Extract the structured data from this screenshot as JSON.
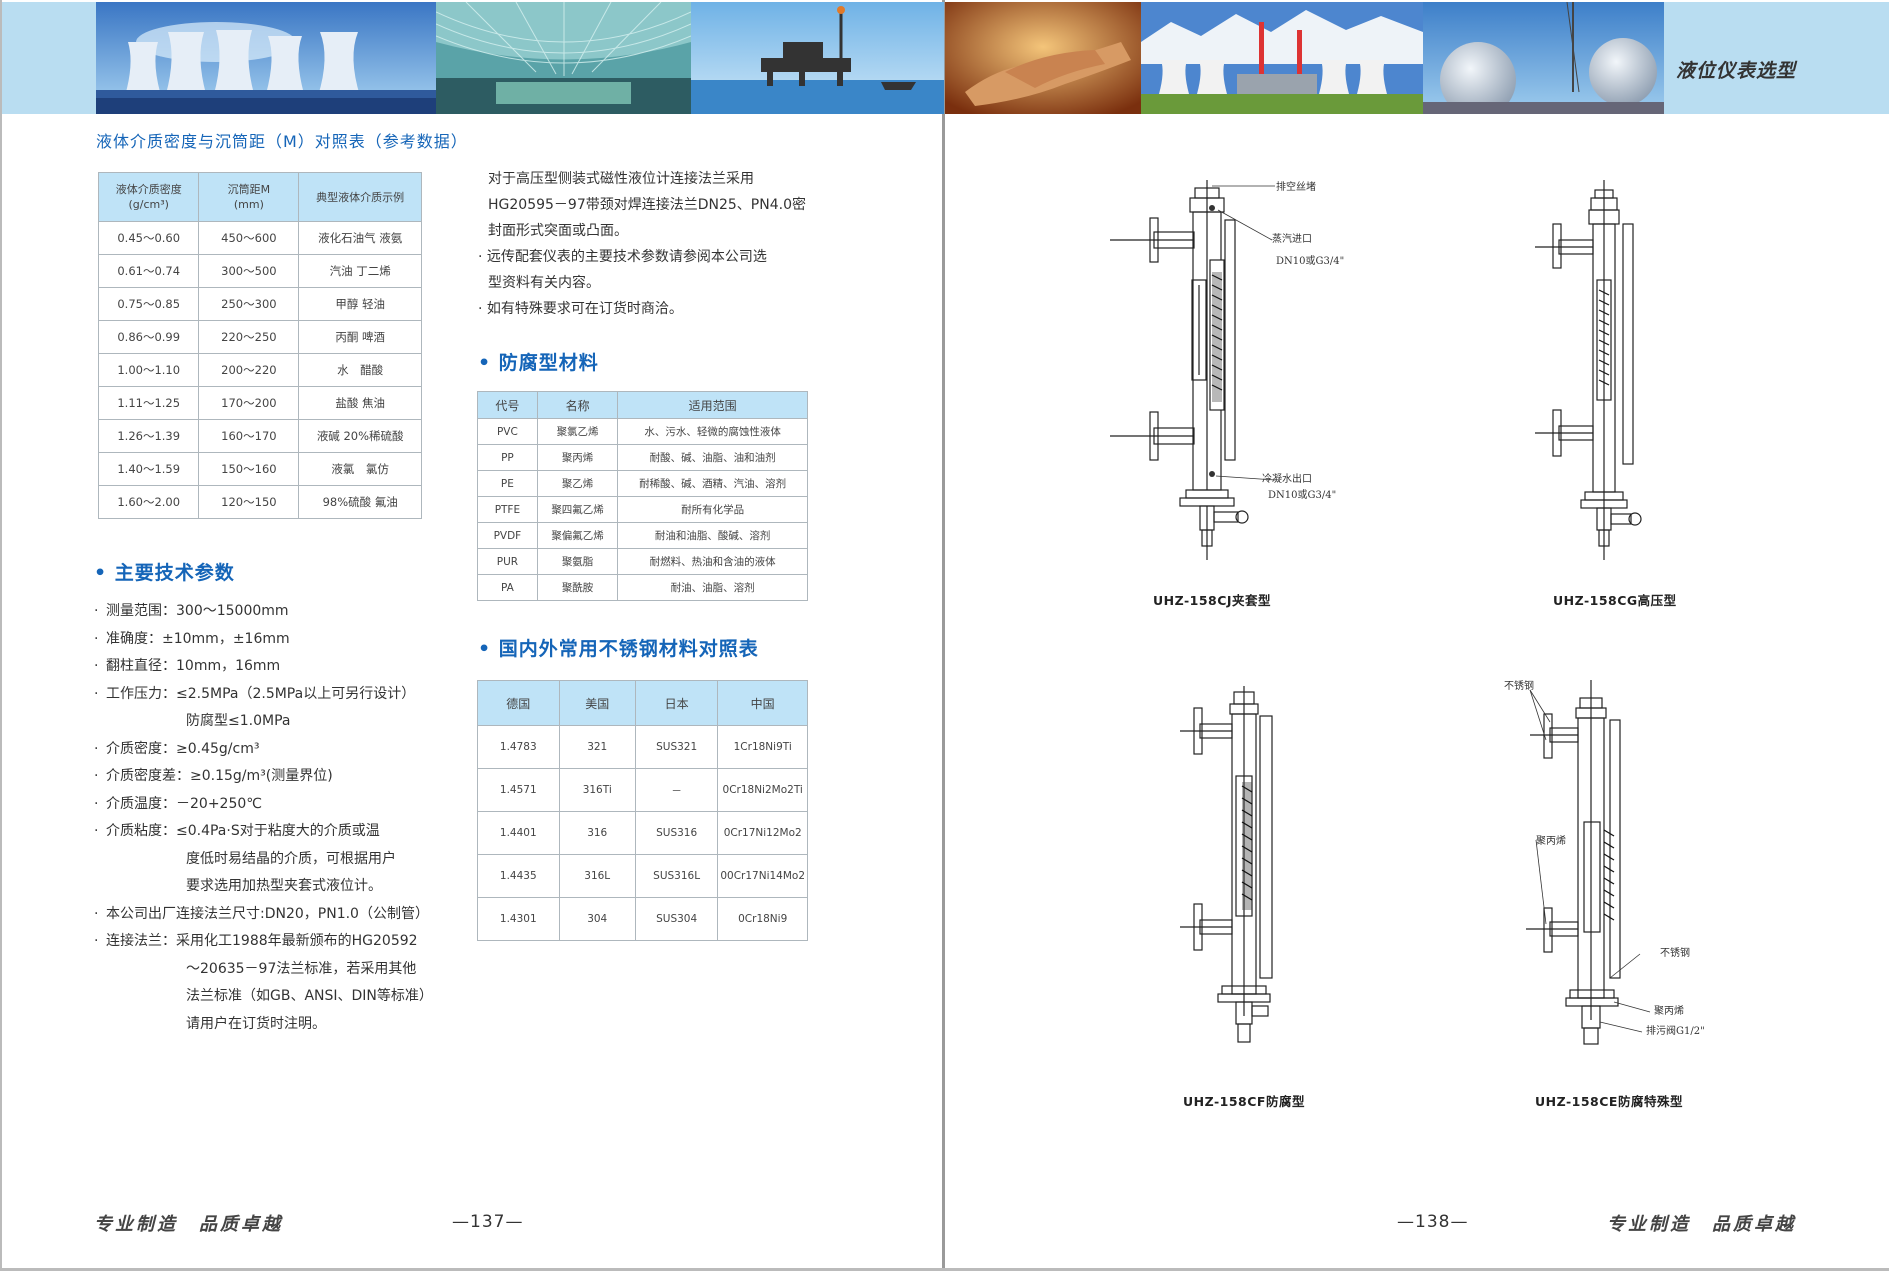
{
  "header": {
    "section_tag": "液位仪表选型",
    "photos": [
      "cooling-towers",
      "stadium-roof",
      "oil-platform",
      "handshake",
      "power-plant",
      "spherical-tanks"
    ]
  },
  "left_page": {
    "density_table": {
      "title": "液体介质密度与沉筒距（M）对照表（参考数据）",
      "headers": [
        "液体介质密度",
        "(g/cm³)",
        "沉筒距M",
        "(mm)",
        "典型液体介质示例"
      ],
      "rows": [
        [
          "0.45～0.60",
          "450～600",
          "液化石油气 液氨"
        ],
        [
          "0.61～0.74",
          "300～500",
          "汽油 丁二烯"
        ],
        [
          "0.75～0.85",
          "250～300",
          "甲醇 轻油"
        ],
        [
          "0.86～0.99",
          "220～250",
          "丙酮 啤酒"
        ],
        [
          "1.00～1.10",
          "200～220",
          "水　醋酸"
        ],
        [
          "1.11～1.25",
          "170～200",
          "盐酸 焦油"
        ],
        [
          "1.26～1.39",
          "160～170",
          "液碱 20%稀硫酸"
        ],
        [
          "1.40～1.59",
          "150～160",
          "液氯　氯仿"
        ],
        [
          "1.60～2.00",
          "120～150",
          "98%硫酸 氟油"
        ]
      ]
    },
    "tech_params": {
      "title": "• 主要技术参数",
      "items": [
        {
          "key": "测量范围：",
          "value": "300～15000mm"
        },
        {
          "key": "准确度：",
          "value": "±10mm，±16mm"
        },
        {
          "key": "翻柱直径：",
          "value": "10mm，16mm"
        },
        {
          "key": "工作压力：",
          "value": "≤2.5MPa（2.5MPa以上可另行设计）",
          "cont": [
            "防腐型≤1.0MPa"
          ]
        },
        {
          "key": "介质密度：",
          "value": "≥0.45g/cm³"
        },
        {
          "key": "介质密度差：",
          "value": "≥0.15g/m³(测量界位)"
        },
        {
          "key": "介质温度：",
          "value": "－20+250℃"
        },
        {
          "key": "介质粘度：",
          "value": "≤0.4Pa·S对于粘度大的介质或温",
          "cont": [
            "度低时易结晶的介质，可根据用户",
            "要求选用加热型夹套式液位计。"
          ]
        },
        {
          "key": "本公司出厂连接法兰尺寸:",
          "value": "DN20，PN1.0（公制管）"
        },
        {
          "key": "连接法兰：",
          "value": "采用化工1988年最新颁布的HG20592",
          "cont": [
            "～20635－97法兰标准，若采用其他",
            "法兰标准（如GB、ANSI、DIN等标准）",
            "请用户在订货时注明。"
          ]
        }
      ]
    },
    "notes": {
      "line1": "对于高压型侧装式磁性液位计连接法兰采用",
      "line2": "HG20595－97带颈对焊连接法兰DN25、PN4.0密",
      "line3": "封面形式突面或凸面。",
      "line4": "· 远传配套仪表的主要技术参数请参阅本公司选",
      "line5": "型资料有关内容。",
      "line6": "· 如有特殊要求可在订货时商洽。"
    },
    "anticorrosion": {
      "title": "• 防腐型材料",
      "headers": [
        "代号",
        "名称",
        "适用范围"
      ],
      "rows": [
        [
          "PVC",
          "聚氯乙烯",
          "水、污水、轻微的腐蚀性液体"
        ],
        [
          "PP",
          "聚丙烯",
          "耐酸、碱、油脂、油和油剂"
        ],
        [
          "PE",
          "聚乙烯",
          "耐稀酸、碱、酒精、汽油、溶剂"
        ],
        [
          "PTFE",
          "聚四氟乙烯",
          "耐所有化学品"
        ],
        [
          "PVDF",
          "聚偏氟乙烯",
          "耐油和油脂、酸碱、溶剂"
        ],
        [
          "PUR",
          "聚氨脂",
          "耐燃料、热油和含油的液体"
        ],
        [
          "PA",
          "聚酰胺",
          "耐油、油脂、溶剂"
        ]
      ]
    },
    "stainless": {
      "title": "• 国内外常用不锈钢材料对照表",
      "headers": [
        "德国",
        "美国",
        "日本",
        "中国"
      ],
      "rows": [
        [
          "1.4783",
          "321",
          "SUS321",
          "1Cr18Ni9Ti"
        ],
        [
          "1.4571",
          "316Ti",
          "－",
          "0Cr18Ni2Mo2Ti"
        ],
        [
          "1.4401",
          "316",
          "SUS316",
          "0Cr17Ni12Mo2"
        ],
        [
          "1.4435",
          "316L",
          "SUS316L",
          "00Cr17Ni14Mo2"
        ],
        [
          "1.4301",
          "304",
          "SUS304",
          "0Cr18Ni9"
        ]
      ]
    },
    "footer": {
      "slogan": "专业制造　品质卓越",
      "page": "—137—"
    }
  },
  "right_page": {
    "diagrams": [
      {
        "caption": "UHZ-158CJ夹套型",
        "labels": [
          "排空丝堵",
          "蒸汽进口",
          "DN10或G3/4\"",
          "冷凝水出口",
          "DN10或G3/4\""
        ]
      },
      {
        "caption": "UHZ-158CG高压型",
        "labels": []
      },
      {
        "caption": "UHZ-158CF防腐型",
        "labels": []
      },
      {
        "caption": "UHZ-158CE防腐特殊型",
        "labels": [
          "不锈钢",
          "聚丙烯",
          "不锈钢",
          "聚丙烯",
          "排污阀G1/2\""
        ]
      }
    ],
    "footer": {
      "slogan": "专业制造　品质卓越",
      "page": "—138—"
    }
  }
}
